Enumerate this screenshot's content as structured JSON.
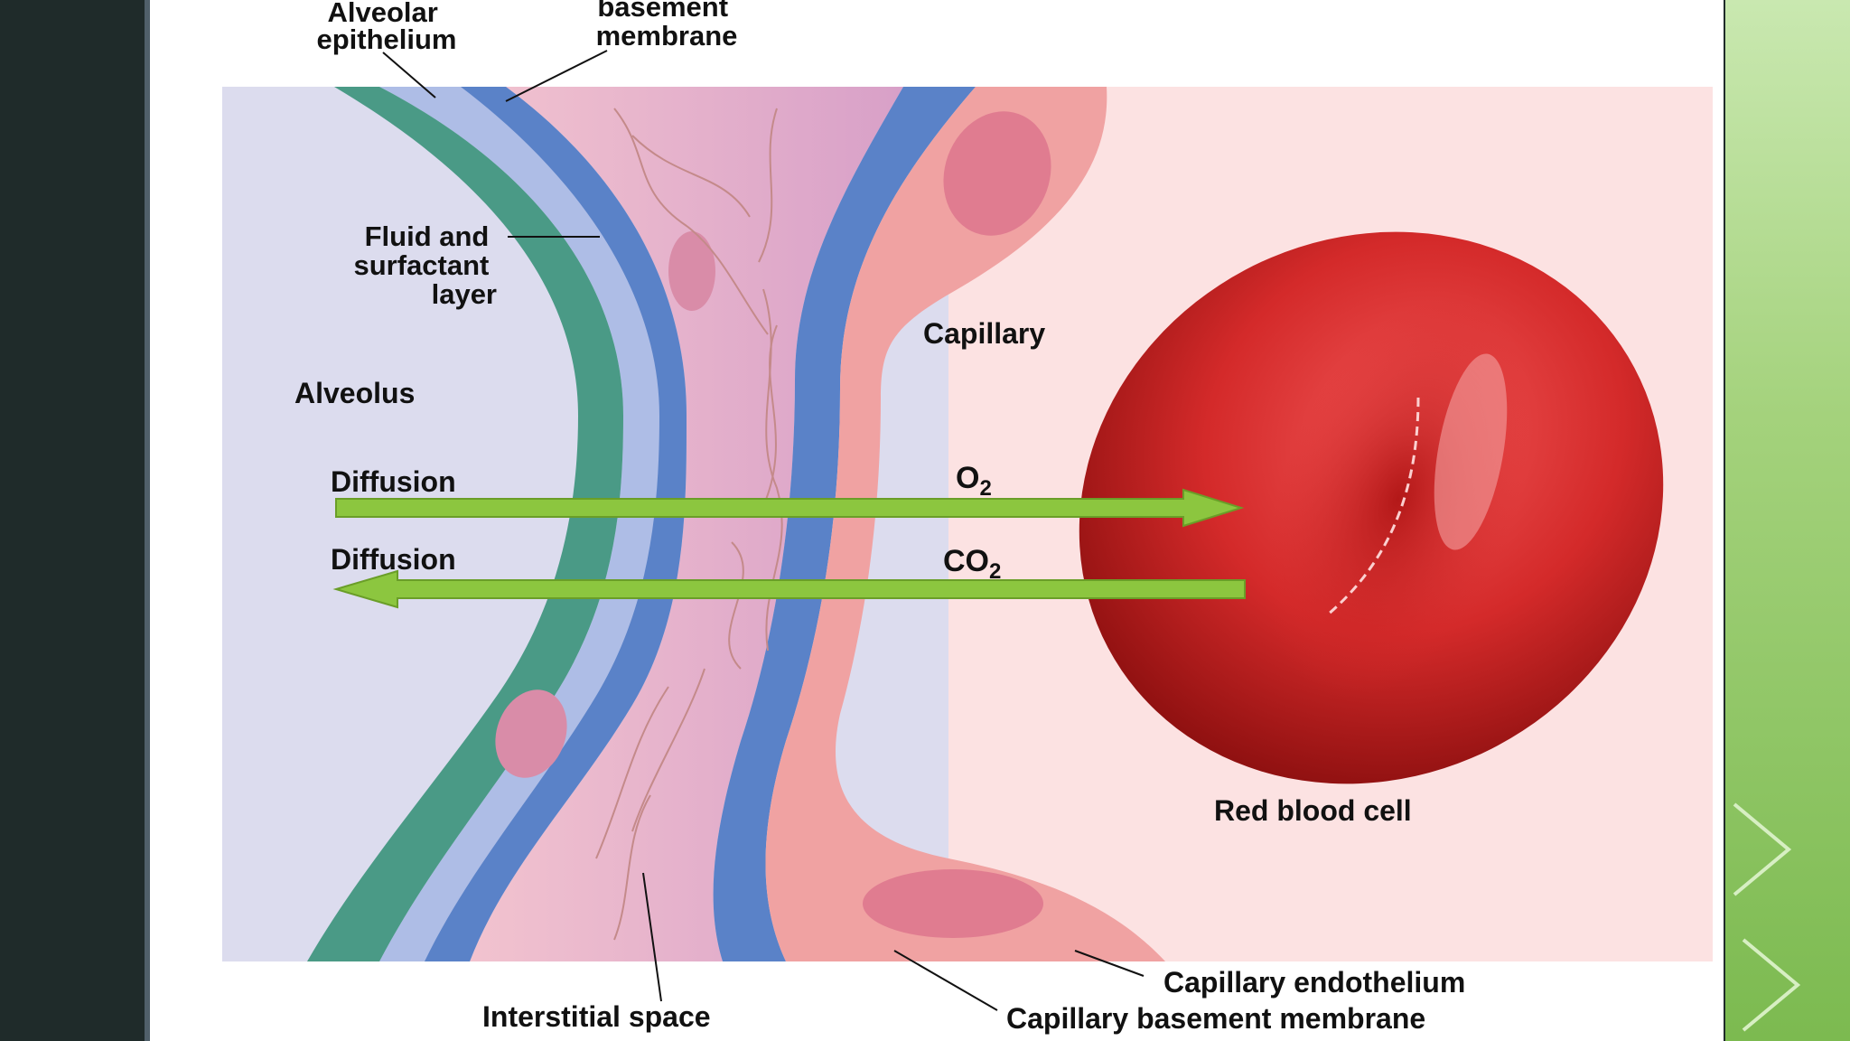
{
  "diagram": {
    "labels": {
      "alveolar_epithelium": [
        "Alveolar",
        "epithelium"
      ],
      "basement_membrane": [
        "basement",
        "membrane"
      ],
      "fluid_layer": [
        "Fluid and",
        "surfactant",
        "layer"
      ],
      "alveolus": "Alveolus",
      "capillary": "Capillary",
      "diffusion_in": "Diffusion",
      "diffusion_out": "Diffusion",
      "o2": "O",
      "o2_sub": "2",
      "co2": "CO",
      "co2_sub": "2",
      "red_blood_cell": "Red blood cell",
      "interstitial_space": "Interstitial space",
      "capillary_endothelium": "Capillary endothelium",
      "capillary_basement_membrane": "Capillary basement membrane"
    },
    "colors": {
      "alveolus": "#dcdcee",
      "epithelium": "#4a9a86",
      "basement": "#5a82c8",
      "interstitial": "#e8b0c4",
      "endothelium": "#f0a2a2",
      "capillary_lumen": "#fce2e2",
      "rbc": "#d42a2a",
      "arrow": "#8cc63f"
    }
  }
}
